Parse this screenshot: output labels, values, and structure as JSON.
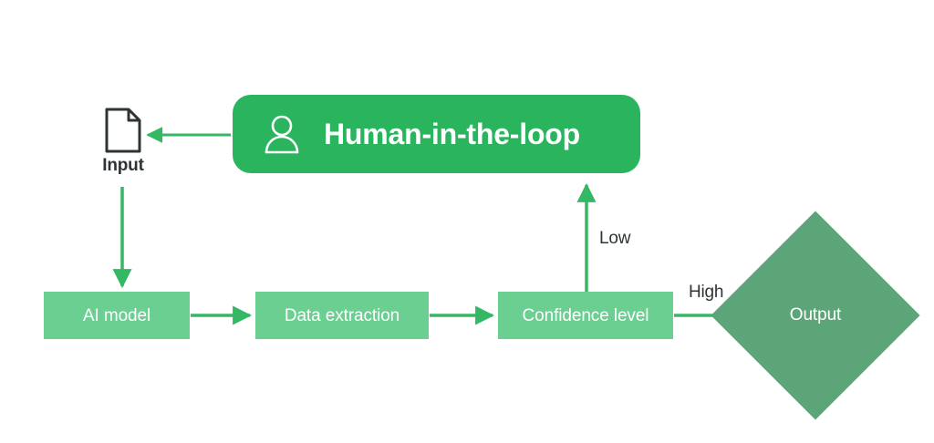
{
  "diagram": {
    "title": "Human-in-the-loop document AI workflow",
    "background": "#ffffff",
    "colors": {
      "banner_green": "#2ab45e",
      "box_green": "#6acf90",
      "diamond_green": "#5ba579",
      "arrow_green": "#35b864",
      "text_dark": "#2d3436",
      "text_light": "#ffffff"
    }
  },
  "banner": {
    "label": "Human-in-the-loop",
    "icon": "person-icon"
  },
  "nodes": {
    "input": {
      "label": "Input",
      "icon": "document-icon",
      "shape": "document"
    },
    "ai_model": {
      "label": "AI model",
      "shape": "rectangle"
    },
    "data_extraction": {
      "label": "Data extraction",
      "shape": "rectangle"
    },
    "confidence_level": {
      "label": "Confidence level",
      "shape": "rectangle"
    },
    "output": {
      "label": "Output",
      "shape": "diamond"
    }
  },
  "edges": [
    {
      "from": "human-in-the-loop",
      "to": "input",
      "label": "",
      "direction": "left"
    },
    {
      "from": "input",
      "to": "ai_model",
      "label": "",
      "direction": "down"
    },
    {
      "from": "ai_model",
      "to": "data_extraction",
      "label": "",
      "direction": "right"
    },
    {
      "from": "data_extraction",
      "to": "confidence_level",
      "label": "",
      "direction": "right"
    },
    {
      "from": "confidence_level",
      "to": "human-in-the-loop",
      "label": "Low",
      "direction": "up"
    },
    {
      "from": "confidence_level",
      "to": "output",
      "label": "High",
      "direction": "right"
    }
  ],
  "edge_labels": {
    "low": "Low",
    "high": "High"
  }
}
